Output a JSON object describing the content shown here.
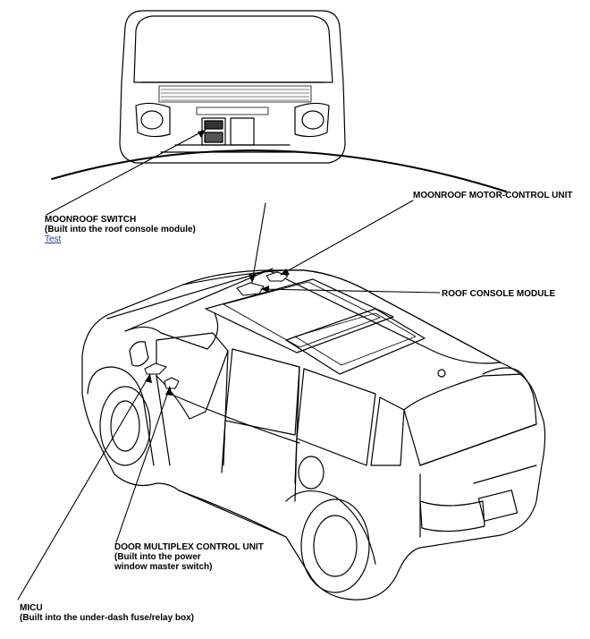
{
  "labels": {
    "moonroof_switch": {
      "title": "MOONROOF SWITCH",
      "note": "(Built into the roof console module)",
      "link": "Test"
    },
    "moonroof_motor": {
      "title": "MOONROOF MOTOR-CONTROL UNIT"
    },
    "roof_console": {
      "title": "ROOF CONSOLE MODULE"
    },
    "door_multiplex": {
      "title": "DOOR MULTIPLEX CONTROL UNIT",
      "note1": "(Built into the power",
      "note2": "window master switch)"
    },
    "micu": {
      "title": "MICU",
      "note": "(Built into the under-dash fuse/relay box)"
    }
  },
  "colors": {
    "line": "#000000",
    "link": "#1a3fb0"
  }
}
